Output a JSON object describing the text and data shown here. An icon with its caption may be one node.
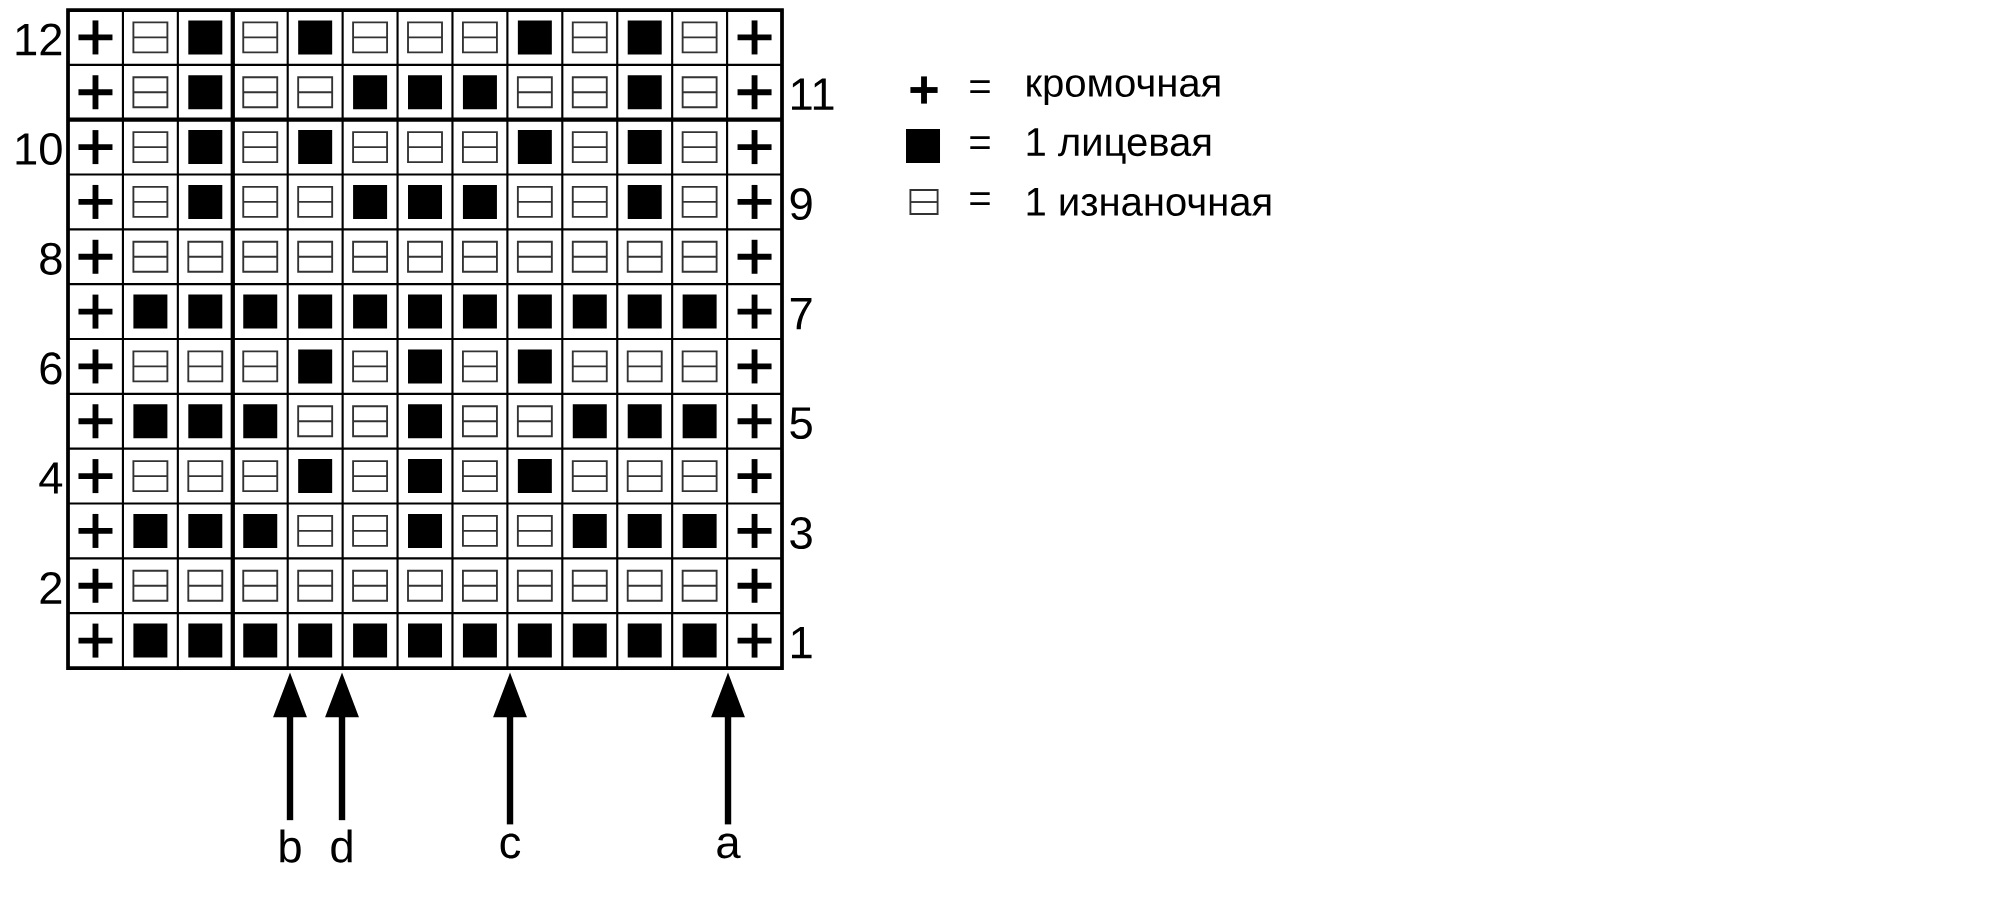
{
  "diagram": {
    "nodes": [
      {
        "text": [
          "b"
        ]
      },
      {
        "text": [
          "d"
        ]
      },
      {
        "text": [
          "c"
        ]
      },
      {
        "text": [
          "a"
        ]
      }
    ],
    "edges": [
      {
        "from": 0,
        "to": null,
        "arrow": "to"
      },
      {
        "from": 1,
        "to": null,
        "arrow": "to"
      },
      {
        "from": 2,
        "to": null,
        "arrow": "to"
      },
      {
        "from": 3,
        "to": null,
        "arrow": "to"
      }
    ],
    "labels": [
      "12",
      "11",
      "10",
      "9",
      "8",
      "7",
      "6",
      "5",
      "4",
      "3",
      "2",
      "1",
      "=",
      "=",
      "="
    ],
    "legend": [
      {
        "text": "кромочная"
      },
      {
        "text": "1 лицевая",
        "color": "#000000"
      },
      {
        "text": "1 изнаночная"
      }
    ]
  }
}
